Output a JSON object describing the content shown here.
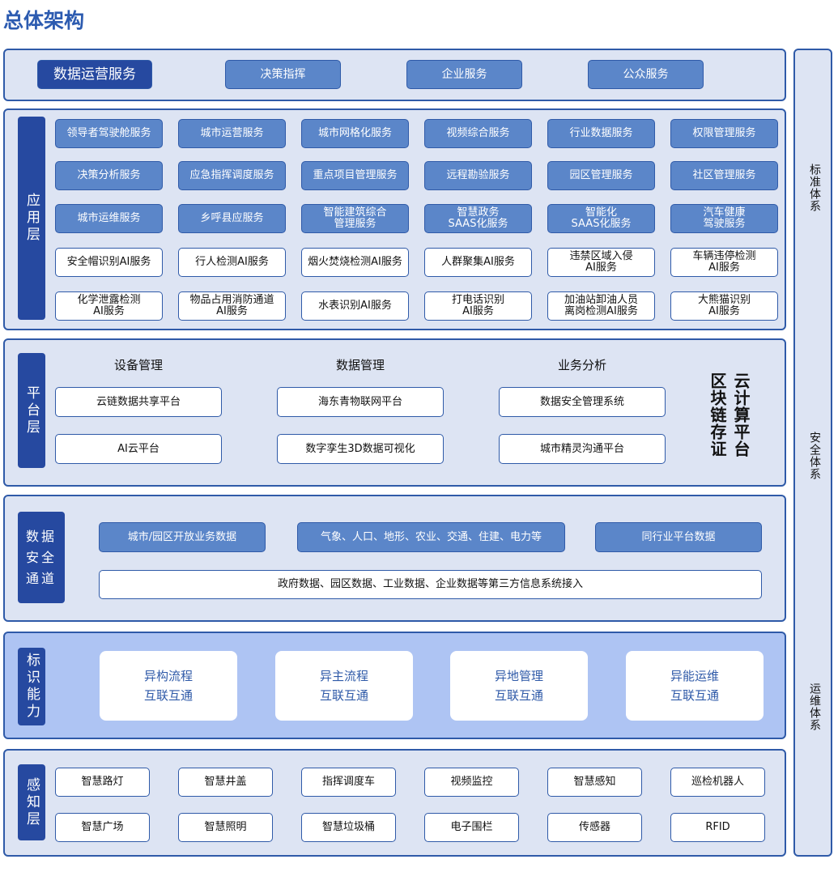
{
  "title": "总体架构",
  "top": {
    "main": "数据运营服务",
    "items": [
      "决策指挥",
      "企业服务",
      "公众服务"
    ]
  },
  "app": {
    "label": "应用层",
    "rows": [
      [
        "领导者驾驶舱服务",
        "城市运营服务",
        "城市网格化服务",
        "视频综合服务",
        "行业数据服务",
        "权限管理服务"
      ],
      [
        "决策分析服务",
        "应急指挥调度服务",
        "重点项目管理服务",
        "远程勘验服务",
        "园区管理服务",
        "社区管理服务"
      ],
      [
        "城市运维服务",
        "乡呼县应服务",
        "智能建筑综合\n管理服务",
        "智慧政务\nSAAS化服务",
        "智能化\nSAAS化服务",
        "汽车健康\n驾驶服务"
      ],
      [
        "安全帽识别AI服务",
        "行人检测AI服务",
        "烟火焚烧检测AI服务",
        "人群聚集AI服务",
        "违禁区域入侵\nAI服务",
        "车辆违停检测\nAI服务"
      ],
      [
        "化学泄露检测\nAI服务",
        "物品占用消防通道\nAI服务",
        "水表识别AI服务",
        "打电话识别\nAI服务",
        "加油站卸油人员\n离岗检测AI服务",
        "大熊猫识别\nAI服务"
      ]
    ]
  },
  "platform": {
    "label": "平台层",
    "headers": [
      "设备管理",
      "数据管理",
      "业务分析"
    ],
    "rows": [
      [
        "云链数据共享平台",
        "海东青物联网平台",
        "数据安全管理系统"
      ],
      [
        "AI云平台",
        "数字孪生3D数据可视化",
        "城市精灵沟通平台"
      ]
    ],
    "side1": "区块链存证",
    "side2": "云计算平台"
  },
  "data": {
    "label": "数据安全通道",
    "top": [
      "城市/园区开放业务数据",
      "气象、人口、地形、农业、交通、住建、电力等",
      "同行业平台数据"
    ],
    "bottom": "政府数据、园区数据、工业数据、企业数据等第三方信息系统接入"
  },
  "identity": {
    "label": "标识能力",
    "items": [
      "异构流程\n互联互通",
      "异主流程\n互联互通",
      "异地管理\n互联互通",
      "异能运维\n互联互通"
    ]
  },
  "sense": {
    "label": "感知层",
    "rows": [
      [
        "智慧路灯",
        "智慧井盖",
        "指挥调度车",
        "视频监控",
        "智慧感知",
        "巡检机器人"
      ],
      [
        "智慧广场",
        "智慧照明",
        "智慧垃圾桶",
        "电子围栏",
        "传感器",
        "RFID"
      ]
    ]
  },
  "right": [
    "标准体系",
    "安全体系",
    "运维体系"
  ]
}
